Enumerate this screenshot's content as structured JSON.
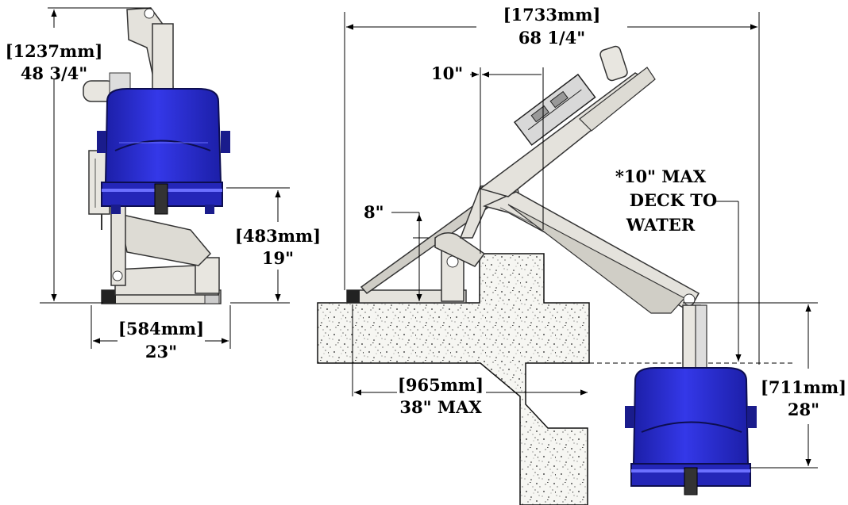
{
  "dimensions": {
    "height_mm": "[1237mm]",
    "height_in": "48 3/4\"",
    "seat_height_mm": "[483mm]",
    "seat_height_in": "19\"",
    "base_width_mm": "[584mm]",
    "base_width_in": "23\"",
    "overall_length_mm": "[1733mm]",
    "overall_length_in": "68 1/4\"",
    "setback": "10\"",
    "base_height": "8\"",
    "reach_mm": "[965mm]",
    "reach_in": "38\" MAX",
    "depth_mm": "[711mm]",
    "depth_in": "28\""
  },
  "note": {
    "line1": "*10\" MAX",
    "line2": "DECK TO",
    "line3": "WATER"
  },
  "colors": {
    "seat_blue": "#2b2fd0",
    "seat_dark": "#1a1c8c",
    "frame": "#e4e2dc",
    "frame_stroke": "#333333",
    "concrete": "#f2f2ee"
  }
}
